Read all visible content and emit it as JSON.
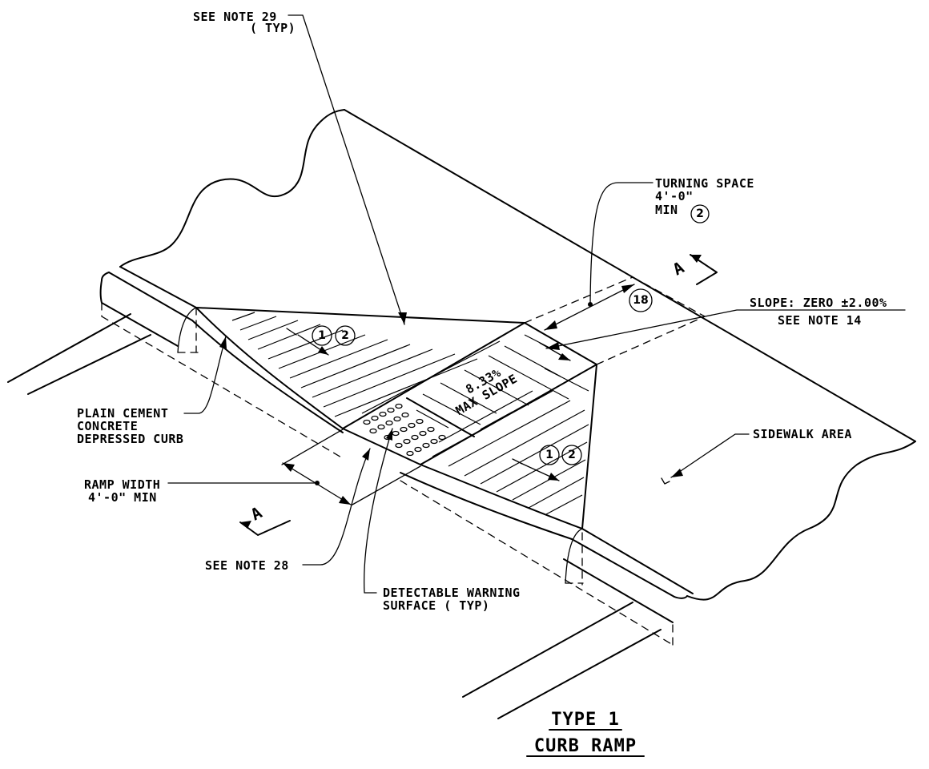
{
  "labels": {
    "note29_line1": "SEE NOTE 29",
    "note29_line2": "( TYP)",
    "turning_line1": "TURNING SPACE",
    "turning_line2": "4'-0\"",
    "turning_line3": "MIN",
    "turning_callout": "2",
    "slope_line1": "SLOPE: ZERO ±2.00%",
    "slope_line2": "SEE NOTE 14",
    "callout_18": "18",
    "section_mark": "A",
    "ramp_slope_line1": "8.33%",
    "ramp_slope_line2": "MAX SLOPE",
    "sidewalk": "SIDEWALK AREA",
    "curb_line1": "PLAIN CEMENT",
    "curb_line2": "CONCRETE",
    "curb_line3": "DEPRESSED CURB",
    "ramp_width_line1": "RAMP WIDTH",
    "ramp_width_line2": "4'-0\" MIN",
    "note28": "SEE NOTE 28",
    "dws_line1": "DETECTABLE WARNING",
    "dws_line2": "SURFACE ( TYP)",
    "callout_1": "1",
    "callout_2": "2"
  },
  "title": {
    "line1": "TYPE 1",
    "line2": "CURB RAMP"
  }
}
